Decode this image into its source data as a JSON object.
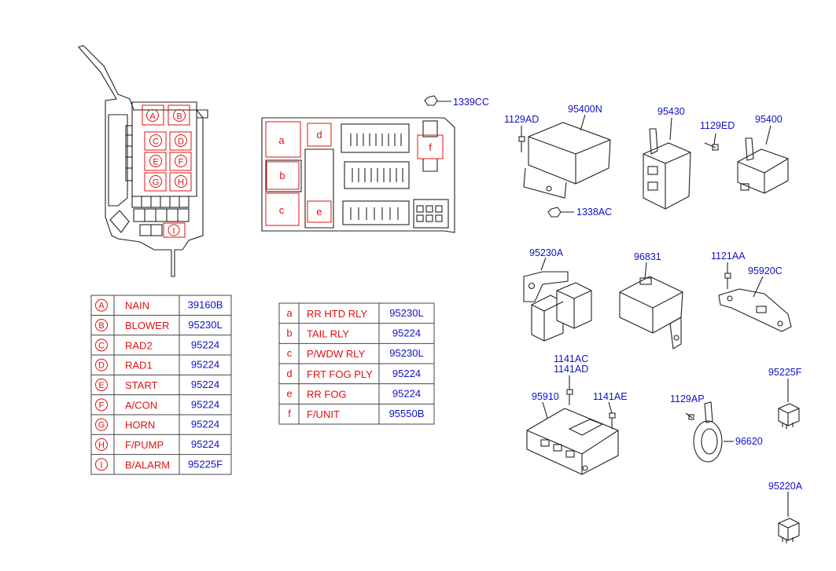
{
  "fuse_box_labels": [
    "A",
    "B",
    "C",
    "D",
    "E",
    "F",
    "G",
    "H",
    "I"
  ],
  "relay_box_labels": [
    "a",
    "b",
    "c",
    "d",
    "e",
    "f"
  ],
  "legend_upper": [
    {
      "symbol": "A",
      "name": "NAIN",
      "part": "39160B"
    },
    {
      "symbol": "B",
      "name": "BLOWER",
      "part": "95230L"
    },
    {
      "symbol": "C",
      "name": "RAD2",
      "part": "95224"
    },
    {
      "symbol": "D",
      "name": "RAD1",
      "part": "95224"
    },
    {
      "symbol": "E",
      "name": "START",
      "part": "95224"
    },
    {
      "symbol": "F",
      "name": "A/CON",
      "part": "95224"
    },
    {
      "symbol": "G",
      "name": "HORN",
      "part": "95224"
    },
    {
      "symbol": "H",
      "name": "F/PUMP",
      "part": "95224"
    },
    {
      "symbol": "I",
      "name": "B/ALARM",
      "part": "95225F"
    }
  ],
  "legend_lower": [
    {
      "symbol": "a",
      "name": "RR HTD RLY",
      "part": "95230L"
    },
    {
      "symbol": "b",
      "name": "TAIL RLY",
      "part": "95224"
    },
    {
      "symbol": "c",
      "name": "P/WDW RLY",
      "part": "95230L"
    },
    {
      "symbol": "d",
      "name": "FRT FOG PLY",
      "part": "95224"
    },
    {
      "symbol": "e",
      "name": "RR FOG",
      "part": "95224"
    },
    {
      "symbol": "f",
      "name": "F/UNIT",
      "part": "95550B"
    }
  ],
  "callouts": {
    "c1339CC": "1339CC",
    "c1129AD": "1129AD",
    "c95400N": "95400N",
    "c1338AC": "1338AC",
    "c95430": "95430",
    "c1129ED": "1129ED",
    "c95400": "95400",
    "c95230A": "95230A",
    "c96831": "96831",
    "c1121AA": "1121AA",
    "c95920C": "95920C",
    "c1141AC": "1141AC",
    "c1141AD": "1141AD",
    "c95910": "95910",
    "c1141AE": "1141AE",
    "c1129AP": "1129AP",
    "c96620": "96620",
    "c95225F": "95225F",
    "c95220A": "95220A"
  },
  "colors": {
    "label_red": "#e01010",
    "callout_blue": "#1010c8",
    "line": "#222222"
  }
}
